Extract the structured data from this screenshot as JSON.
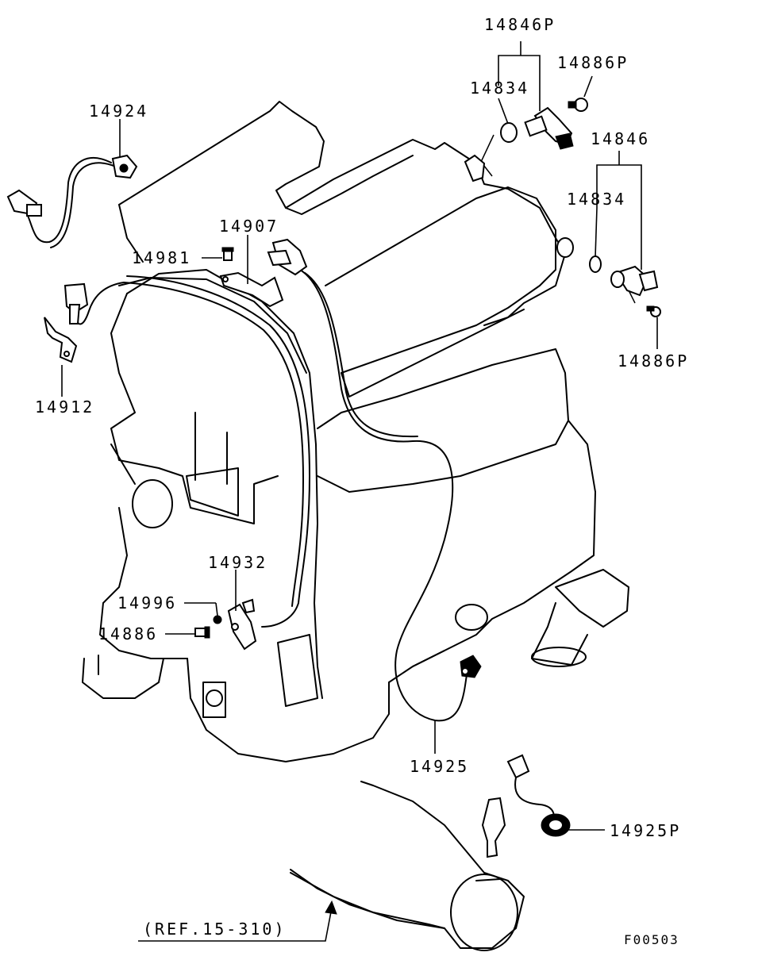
{
  "diagram": {
    "labels": {
      "p14846P": "14846P",
      "p14886P_top": "14886P",
      "p14834_top": "14834",
      "p14924": "14924",
      "p14846": "14846",
      "p14834_right": "14834",
      "p14907": "14907",
      "p14981": "14981",
      "p14886P_right": "14886P",
      "p14912": "14912",
      "p14932": "14932",
      "p14996": "14996",
      "p14886": "14886",
      "p14925": "14925",
      "p14925P": "14925P",
      "ref": "(REF.15-310)",
      "figure_code": "F00503"
    }
  }
}
